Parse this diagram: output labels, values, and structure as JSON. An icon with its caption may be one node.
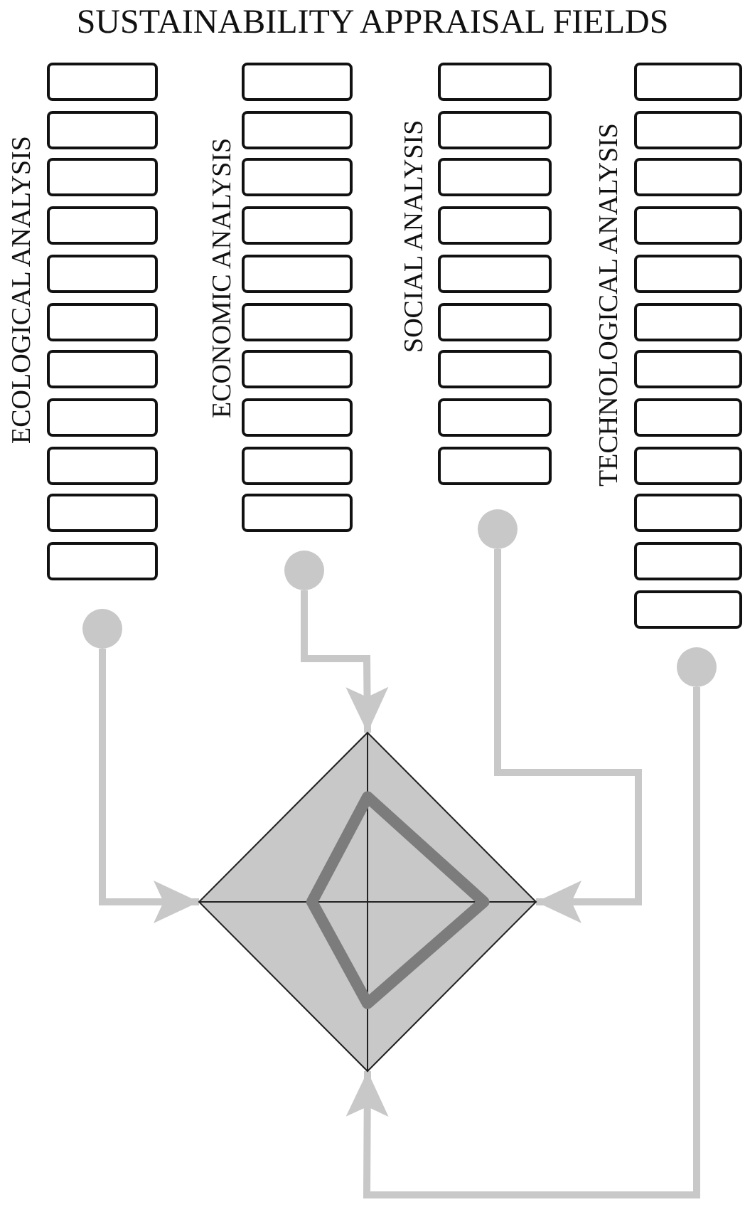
{
  "diagram": {
    "title": "SUSTAINABILITY APPRAISAL FIELDS",
    "nodes": [
      {
        "text": [],
        "shape": "box"
      },
      {
        "text": [],
        "shape": "box"
      },
      {
        "text": [],
        "shape": "box"
      },
      {
        "text": [],
        "shape": "box"
      },
      {
        "text": [],
        "shape": "box"
      },
      {
        "text": [],
        "shape": "box"
      },
      {
        "text": [],
        "shape": "box"
      },
      {
        "text": [],
        "shape": "box"
      },
      {
        "text": [],
        "shape": "box"
      },
      {
        "text": [],
        "shape": "box"
      },
      {
        "text": [],
        "shape": "box"
      },
      {
        "text": [],
        "shape": "box"
      },
      {
        "text": [],
        "shape": "box"
      },
      {
        "text": [],
        "shape": "box"
      },
      {
        "text": [],
        "shape": "box"
      },
      {
        "text": [],
        "shape": "box"
      },
      {
        "text": [],
        "shape": "box"
      },
      {
        "text": [],
        "shape": "box"
      },
      {
        "text": [],
        "shape": "box"
      },
      {
        "text": [],
        "shape": "box"
      },
      {
        "text": [],
        "shape": "box"
      },
      {
        "text": [],
        "shape": "box"
      },
      {
        "text": [],
        "shape": "box"
      },
      {
        "text": [],
        "shape": "box"
      },
      {
        "text": [],
        "shape": "box"
      },
      {
        "text": [],
        "shape": "box"
      },
      {
        "text": [],
        "shape": "box"
      },
      {
        "text": [],
        "shape": "box"
      },
      {
        "text": [],
        "shape": "box"
      },
      {
        "text": [],
        "shape": "box"
      },
      {
        "text": [],
        "shape": "box"
      },
      {
        "text": [],
        "shape": "box"
      },
      {
        "text": [],
        "shape": "box"
      },
      {
        "text": [],
        "shape": "box"
      },
      {
        "text": [],
        "shape": "box"
      },
      {
        "text": [],
        "shape": "box"
      },
      {
        "text": [],
        "shape": "box"
      },
      {
        "text": [],
        "shape": "box"
      },
      {
        "text": [],
        "shape": "box"
      },
      {
        "text": [],
        "shape": "box"
      },
      {
        "text": [],
        "shape": "box"
      },
      {
        "text": [],
        "shape": "box"
      },
      {
        "text": [],
        "shape": "circle"
      },
      {
        "text": [],
        "shape": "circle"
      },
      {
        "text": [],
        "shape": "circle"
      },
      {
        "text": [],
        "shape": "circle"
      },
      {
        "text": [],
        "shape": "diamond"
      }
    ],
    "edges": [
      {
        "from": 42,
        "to": 46,
        "arrow": "to"
      },
      {
        "from": 43,
        "to": 46,
        "arrow": "to"
      },
      {
        "from": 44,
        "to": 46,
        "arrow": "to"
      },
      {
        "from": 45,
        "to": 46,
        "arrow": "to"
      }
    ],
    "labels": [
      "ECOLOGICAL ANALYSIS",
      "ECONOMIC ANALYSIS",
      "SOCIAL ANALYSIS",
      "TECHNOLOGICAL ANALYSIS"
    ]
  }
}
